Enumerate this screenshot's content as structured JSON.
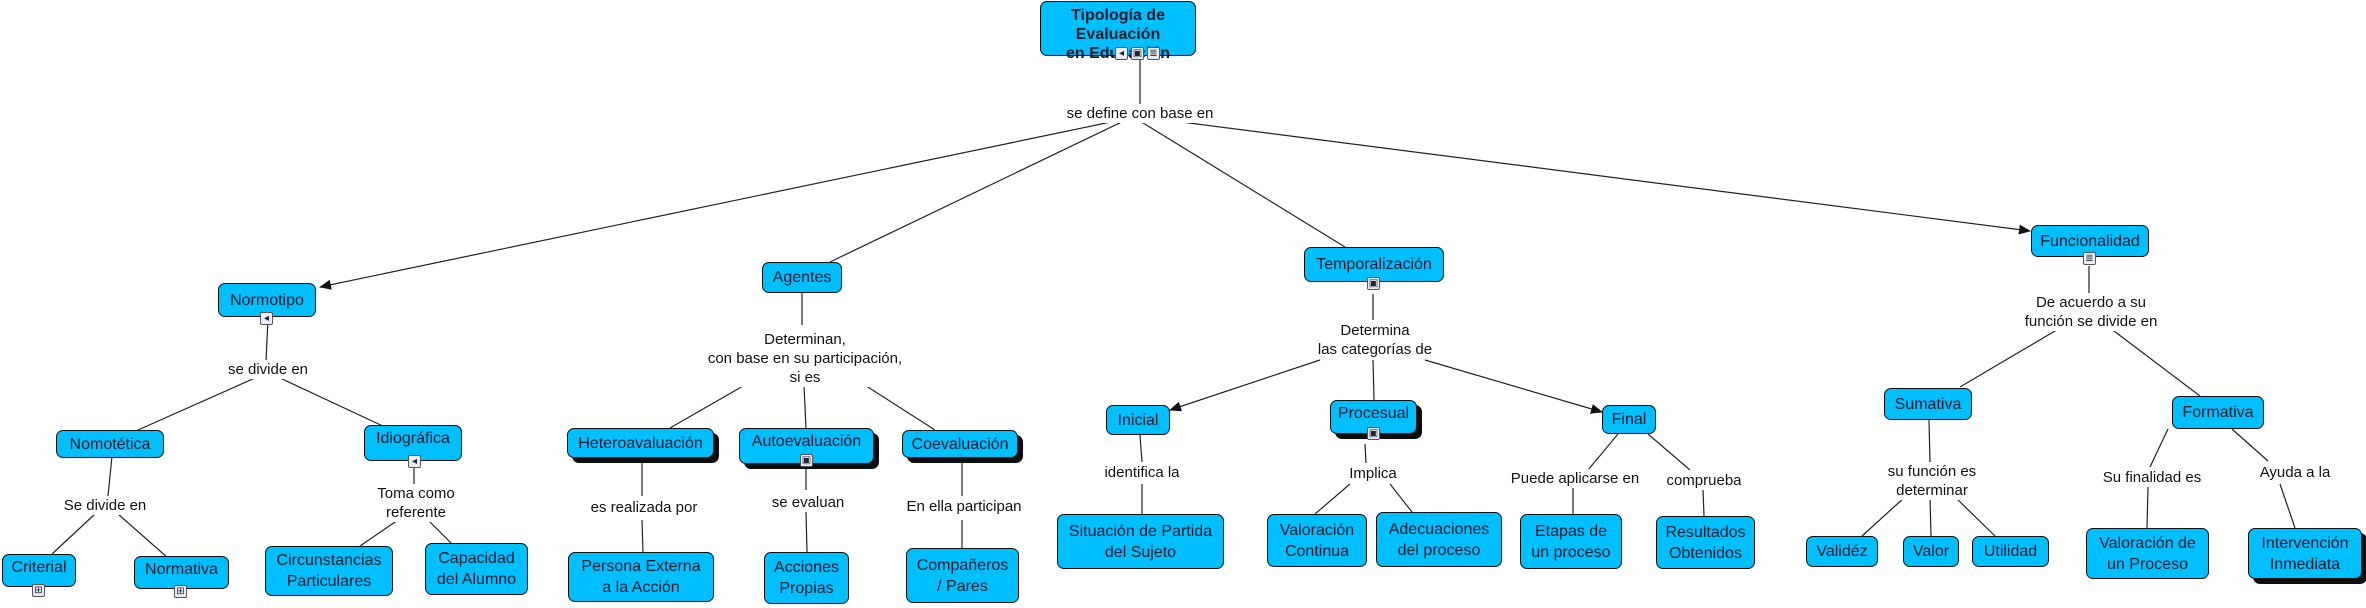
{
  "diagram": {
    "nodes": {
      "root": "Tipología de Evaluación\nen Educación",
      "normotipo": "Normotipo",
      "agentes": "Agentes",
      "temporalizacion": "Temporalización",
      "funcionalidad": "Funcionalidad",
      "nomotetica": "Nomotética",
      "idiografica": "Idiográfica",
      "criterial": "Criterial",
      "normativa": "Normativa",
      "circunstancias": "Circunstancias\nParticulares",
      "capacidad": "Capacidad\ndel Alumno",
      "heteroevaluacion": "Heteroavaluación",
      "autoevaluacion": "Autoevaluación",
      "coevaluacion": "Coevaluación",
      "persona_externa": "Persona Externa\na la Acción",
      "acciones_propias": "Acciones\nPropias",
      "companeros": "Compañeros\n/ Pares",
      "inicial": "Inicial",
      "procesual": "Procesual",
      "final": "Final",
      "situacion": "Situación de Partida\ndel Sujeto",
      "valoracion_continua": "Valoración\nContinua",
      "adecuaciones": "Adecuaciones\ndel proceso",
      "etapas": "Etapas de\nun proceso",
      "resultados": "Resultados\nObtenidos",
      "sumativa": "Sumativa",
      "formativa": "Formativa",
      "validez": "Validéz",
      "valor": "Valor",
      "utilidad": "Utilidad",
      "valoracion_proceso": "Valoración de\nun Proceso",
      "intervencion": "Intervención\nInmediata"
    },
    "link_labels": {
      "se_define": "se define con base en",
      "se_divide_en": "se divide en",
      "determinan": "Determinan,\ncon base en su participación,\nsi es",
      "determina": "Determina\nlas categorías de",
      "de_acuerdo": "De acuerdo a su\nfunción se divide en",
      "se_divide_en_2": "Se divide en",
      "toma_como": "Toma como\nreferente",
      "es_realizada": "es realizada por",
      "se_evaluan": "se evaluan",
      "en_ella": "En ella participan",
      "identifica": "identifica la",
      "implica": "Implica",
      "puede_aplicarse": "Puede aplicarse en",
      "comprueba": "comprueba",
      "su_funcion": "su función es\ndeterminar",
      "su_finalidad": "Su finalidad es",
      "ayuda": "Ayuda a la"
    },
    "colors": {
      "node_fill": "#00bfff",
      "node_border": "#111111",
      "line": "#222222"
    }
  }
}
